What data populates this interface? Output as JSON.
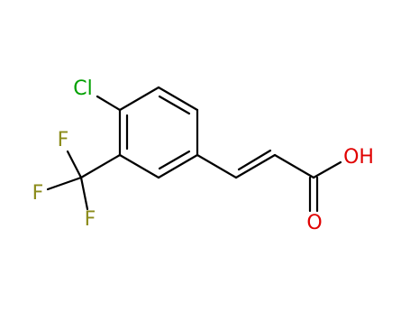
{
  "molecule": {
    "atoms": {
      "chlorine": "Cl",
      "fluorine_1": "F",
      "fluorine_2": "F",
      "fluorine_3": "F",
      "hydroxyl": "OH",
      "carbonyl_oxygen": "O"
    },
    "colors": {
      "bond": "#000000",
      "chlorine": "#00a000",
      "fluorine": "#8b8b1a",
      "oxygen": "#e00000"
    }
  }
}
